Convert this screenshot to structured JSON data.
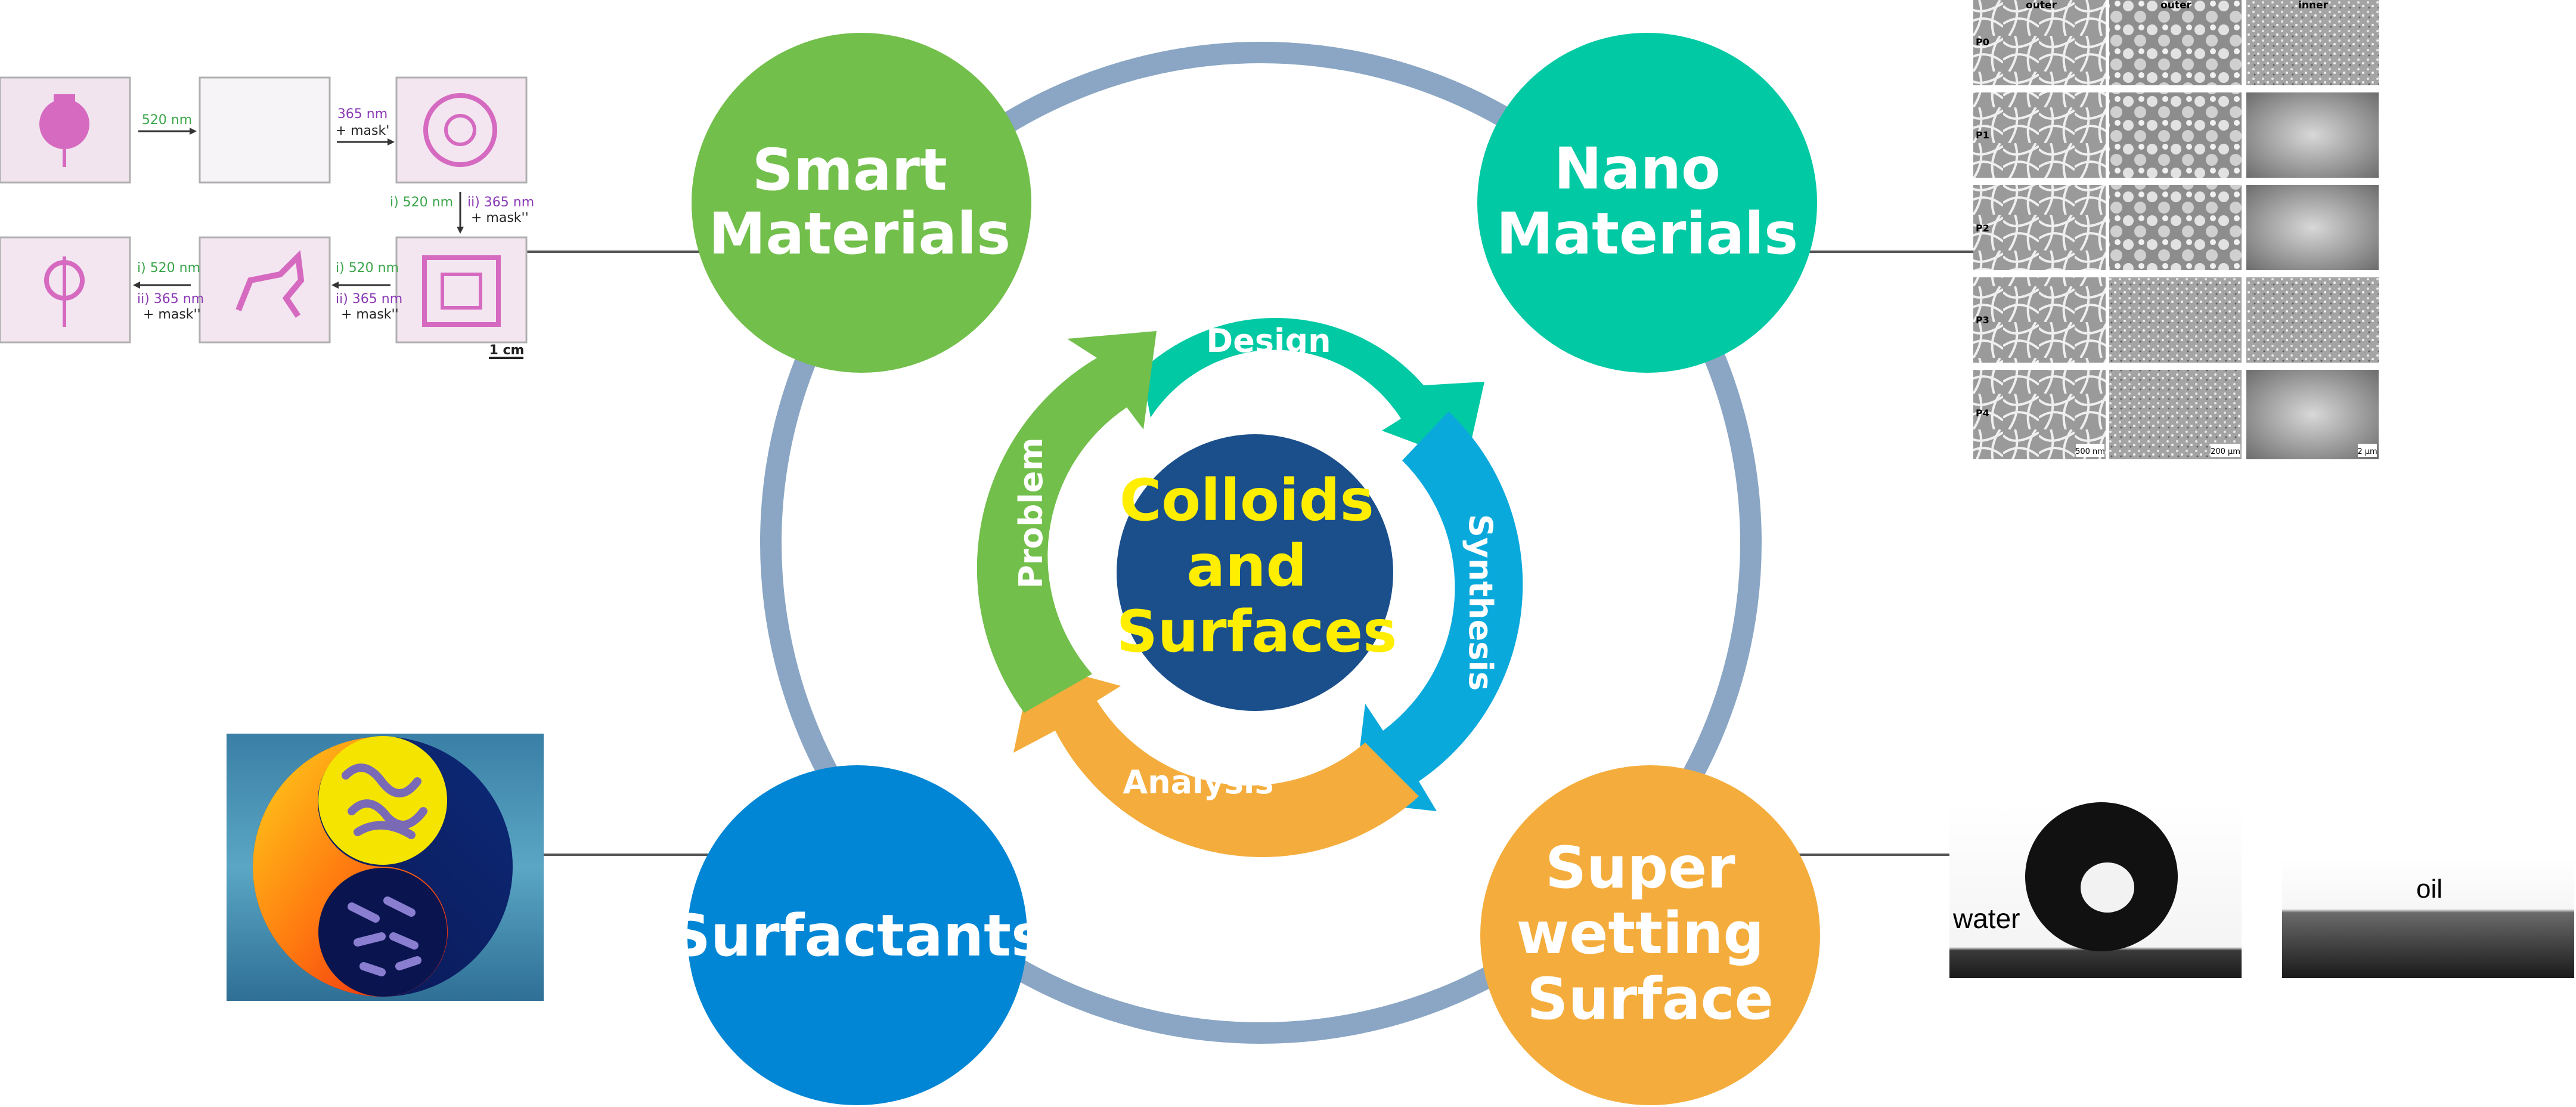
{
  "center": {
    "lines": [
      "Colloids",
      "and",
      "Surfaces"
    ]
  },
  "cycle": {
    "design": "Design",
    "synthesis": "Synthesis",
    "analysis": "Analysis",
    "problem": "Problem"
  },
  "nodes": {
    "smart": {
      "lines": [
        "Smart",
        "Materials"
      ]
    },
    "nano": {
      "lines": [
        "Nano",
        "Materials"
      ]
    },
    "surfactants": {
      "lines": [
        "Surfactants"
      ]
    },
    "superwetting": {
      "lines": [
        "Super",
        "wetting",
        "Surface"
      ]
    }
  },
  "photochromic": {
    "arrow_1": "520 nm",
    "arrow_2a": "365 nm",
    "arrow_2b": "+ mask'",
    "arrow_3a": "i) 520 nm",
    "arrow_3b": "ii) 365 nm",
    "arrow_3c": "+ mask''",
    "arrow_4a": "i) 520 nm",
    "arrow_4b": "ii) 365 nm",
    "arrow_4c": "+ mask''",
    "arrow_5a": "i) 520 nm",
    "arrow_5b": "ii) 365 nm",
    "arrow_5c": "+ mask''",
    "scale": "1 cm"
  },
  "sem": {
    "col_1": "outer",
    "col_2": "outer",
    "col_3": "inner",
    "rows": [
      "P0",
      "P1",
      "P2",
      "P3",
      "P4"
    ],
    "scale_1": "500 nm",
    "scale_2": "200 µm",
    "scale_3": "2 µm"
  },
  "wetting": {
    "water": "water",
    "oil": "oil"
  },
  "colors": {
    "ring": "#8aa6c4",
    "smart": "#72bf4b",
    "nano": "#00c9a4",
    "surfactants": "#0086d4",
    "superwetting": "#f4ad3d",
    "center": "#1a4f8c",
    "center_text": "#ffee00",
    "arrow_design": "#00c9a4",
    "arrow_synthesis": "#0aa9dc",
    "arrow_analysis": "#f4ad3d",
    "arrow_problem": "#72bf4b"
  }
}
